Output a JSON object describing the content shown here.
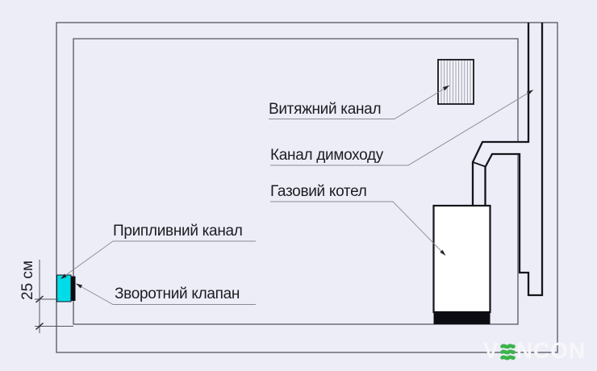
{
  "scene": {
    "labels": {
      "exhaust_channel": "Витяжний канал",
      "chimney_channel": "Канал димоходу",
      "gas_boiler": "Газовий котел",
      "supply_channel": "Припливний канал",
      "check_valve": "Зворотний клапан"
    },
    "dimension_text": "25 см",
    "colors": {
      "background": "#ededf8",
      "vent_cyan": "#00dce8",
      "thick_line": "#15151a",
      "wall_line": "#55555e",
      "leader_line": "#8a8a92",
      "logo_white": "#f7f7f9",
      "logo_green": "#3bb34a"
    }
  },
  "watermark": {
    "part1": "V",
    "part2": "NCON"
  }
}
